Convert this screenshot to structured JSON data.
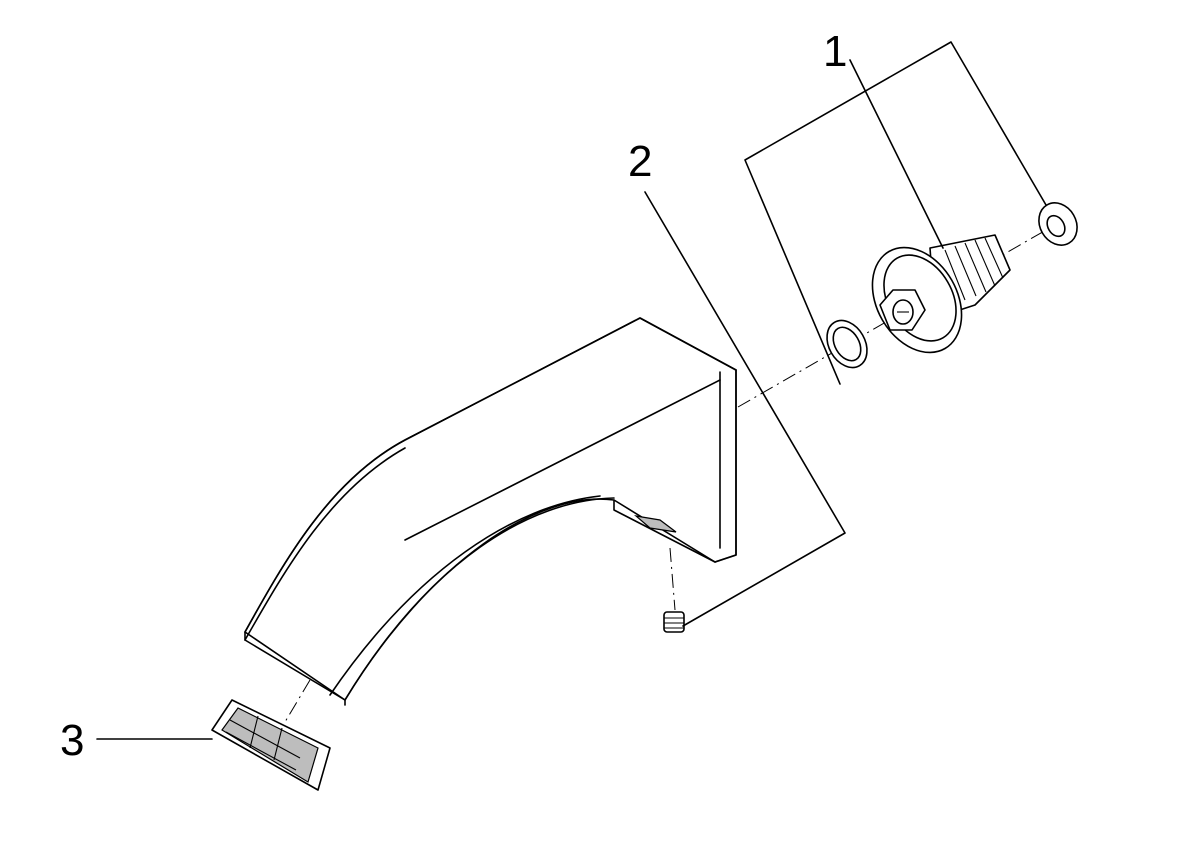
{
  "callouts": {
    "part1": "1",
    "part2": "2",
    "part3": "3"
  }
}
